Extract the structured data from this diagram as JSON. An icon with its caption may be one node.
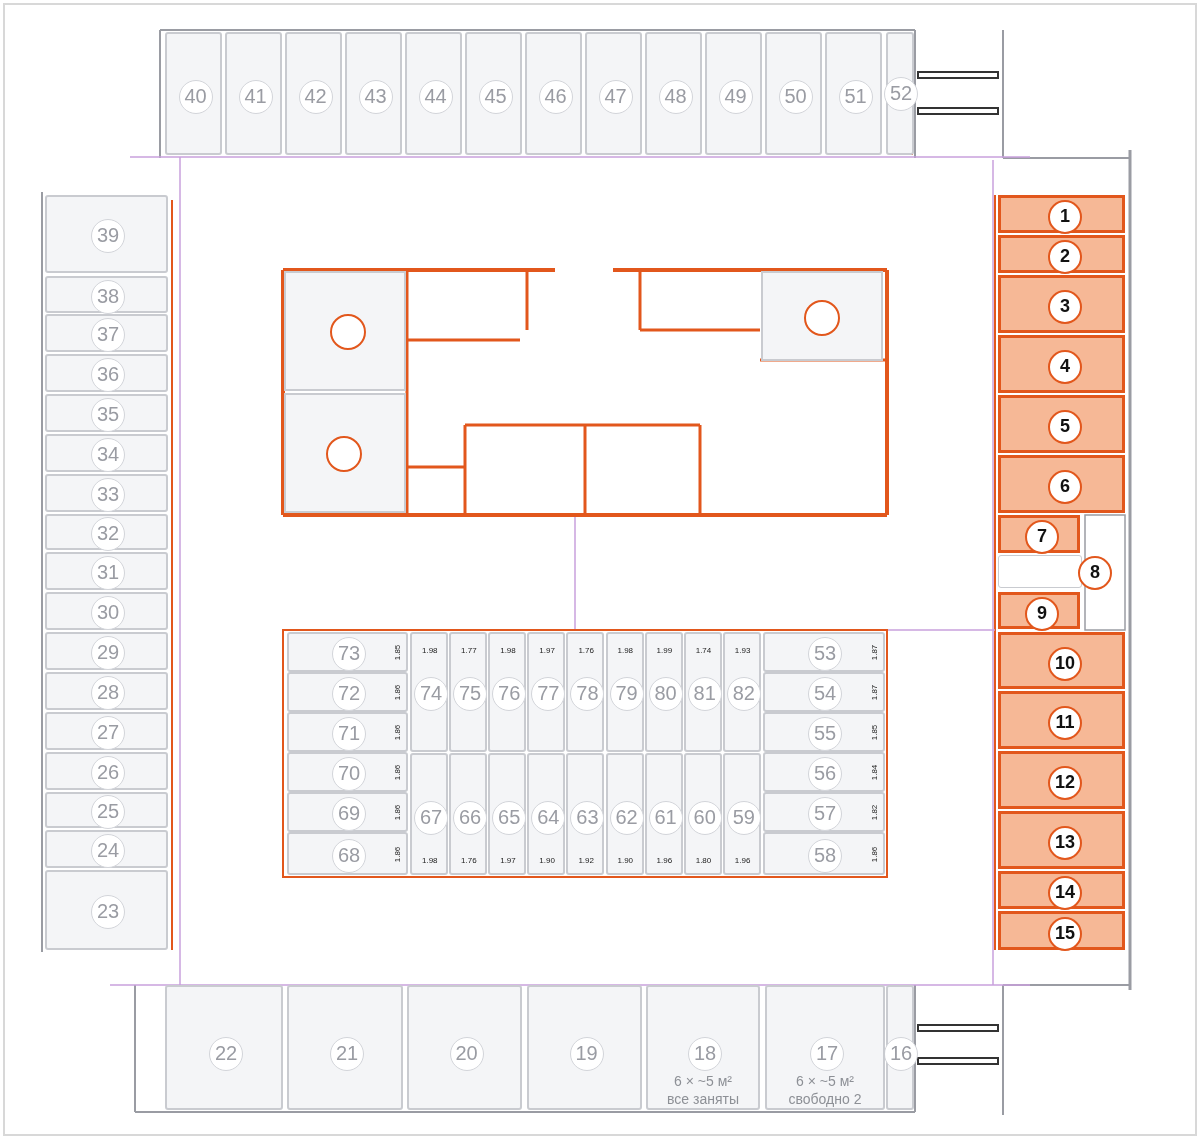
{
  "diagram": {
    "nodes": [
      {
        "text": [
          "1"
        ]
      },
      {
        "text": [
          "2"
        ]
      },
      {
        "text": [
          "3"
        ]
      },
      {
        "text": [
          "4"
        ]
      },
      {
        "text": [
          "5"
        ]
      },
      {
        "text": [
          "6"
        ]
      },
      {
        "text": [
          "7"
        ]
      },
      {
        "text": [
          "8"
        ]
      },
      {
        "text": [
          "9"
        ]
      },
      {
        "text": [
          "10"
        ]
      },
      {
        "text": [
          "11"
        ]
      },
      {
        "text": [
          "12"
        ]
      },
      {
        "text": [
          "13"
        ]
      },
      {
        "text": [
          "14"
        ]
      },
      {
        "text": [
          "15"
        ]
      },
      {
        "text": [
          "16"
        ]
      },
      {
        "text": [
          "17",
          "6 × ~5 м²",
          "свободно 2"
        ]
      },
      {
        "text": [
          "18",
          "6 × ~5 м²",
          "все заняты"
        ]
      },
      {
        "text": [
          "19"
        ]
      },
      {
        "text": [
          "20"
        ]
      },
      {
        "text": [
          "21"
        ]
      },
      {
        "text": [
          "22"
        ]
      },
      {
        "text": [
          "23"
        ]
      },
      {
        "text": [
          "24"
        ]
      },
      {
        "text": [
          "25"
        ]
      },
      {
        "text": [
          "26"
        ]
      },
      {
        "text": [
          "27"
        ]
      },
      {
        "text": [
          "28"
        ]
      },
      {
        "text": [
          "29"
        ]
      },
      {
        "text": [
          "30"
        ]
      },
      {
        "text": [
          "31"
        ]
      },
      {
        "text": [
          "32"
        ]
      },
      {
        "text": [
          "33"
        ]
      },
      {
        "text": [
          "34"
        ]
      },
      {
        "text": [
          "35"
        ]
      },
      {
        "text": [
          "36"
        ]
      },
      {
        "text": [
          "37"
        ]
      },
      {
        "text": [
          "38"
        ]
      },
      {
        "text": [
          "39"
        ]
      },
      {
        "text": [
          "40"
        ]
      },
      {
        "text": [
          "41"
        ]
      },
      {
        "text": [
          "42"
        ]
      },
      {
        "text": [
          "43"
        ]
      },
      {
        "text": [
          "44"
        ]
      },
      {
        "text": [
          "45"
        ]
      },
      {
        "text": [
          "46"
        ]
      },
      {
        "text": [
          "47"
        ]
      },
      {
        "text": [
          "48"
        ]
      },
      {
        "text": [
          "49"
        ]
      },
      {
        "text": [
          "50"
        ]
      },
      {
        "text": [
          "51"
        ]
      },
      {
        "text": [
          "52"
        ]
      },
      {
        "text": [
          "53",
          "1.87"
        ]
      },
      {
        "text": [
          "54",
          "1.87"
        ]
      },
      {
        "text": [
          "55",
          "1.85"
        ]
      },
      {
        "text": [
          "56",
          "1.84"
        ]
      },
      {
        "text": [
          "57",
          "1.82"
        ]
      },
      {
        "text": [
          "58",
          "1.86"
        ]
      },
      {
        "text": [
          "59",
          "1.96"
        ]
      },
      {
        "text": [
          "60",
          "1.80"
        ]
      },
      {
        "text": [
          "61",
          "1.96"
        ]
      },
      {
        "text": [
          "62",
          "1.90"
        ]
      },
      {
        "text": [
          "63",
          "1.92"
        ]
      },
      {
        "text": [
          "64",
          "1.90"
        ]
      },
      {
        "text": [
          "65",
          "1.97"
        ]
      },
      {
        "text": [
          "66",
          "1.76"
        ]
      },
      {
        "text": [
          "67",
          "1.98"
        ]
      },
      {
        "text": [
          "68",
          "1.86"
        ]
      },
      {
        "text": [
          "69",
          "1.86"
        ]
      },
      {
        "text": [
          "70",
          "1.86"
        ]
      },
      {
        "text": [
          "71",
          "1.86"
        ]
      },
      {
        "text": [
          "72",
          "1.86"
        ]
      },
      {
        "text": [
          "73",
          "1.85"
        ]
      },
      {
        "text": [
          "1.98",
          "74"
        ]
      },
      {
        "text": [
          "1.77",
          "75"
        ]
      },
      {
        "text": [
          "1.98",
          "76"
        ]
      },
      {
        "text": [
          "1.97",
          "77"
        ]
      },
      {
        "text": [
          "1.76",
          "78"
        ]
      },
      {
        "text": [
          "1.98",
          "79"
        ]
      },
      {
        "text": [
          "1.99",
          "80"
        ]
      },
      {
        "text": [
          "1.74",
          "81"
        ]
      },
      {
        "text": [
          "1.93",
          "82"
        ]
      },
      {
        "text": [],
        "shape": "circle"
      },
      {
        "text": [],
        "shape": "circle"
      },
      {
        "text": [],
        "shape": "circle"
      }
    ]
  }
}
